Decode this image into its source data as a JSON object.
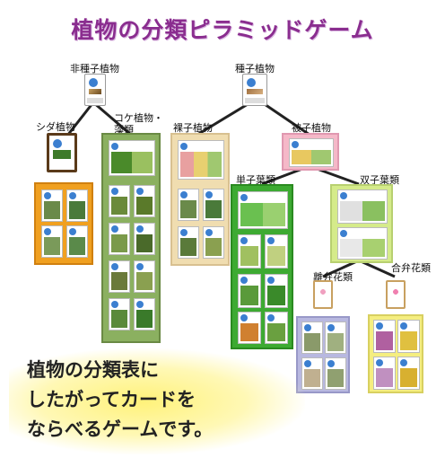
{
  "title": "植物の分類ピラミッドゲーム",
  "labels": {
    "non_seed": "非種子植物",
    "seed": "種子植物",
    "fern": "シダ植物",
    "moss": "コケ植物・",
    "algae": "藻類",
    "gymno": "裸子植物",
    "angio": "被子植物",
    "mono": "単子葉類",
    "dicot": "双子葉類",
    "polypet": "離弁花類",
    "sympet": "合弁花類"
  },
  "message": [
    "植物の分類表に",
    "したがってカードを",
    "ならべるゲームです。"
  ],
  "colors": {
    "title": "#8a2d8f",
    "fern_panel": "#f0a020",
    "moss_panel": "#8bb060",
    "gymno_panel": "#f0ddb0",
    "angio_panel": "#f5b8c8",
    "mono_panel": "#3daa32",
    "dicot_panel": "#d5eb8a",
    "polypet_panel": "#b8b8e0",
    "sympet_panel": "#f5ee80",
    "message_glow": "#fff27a"
  }
}
